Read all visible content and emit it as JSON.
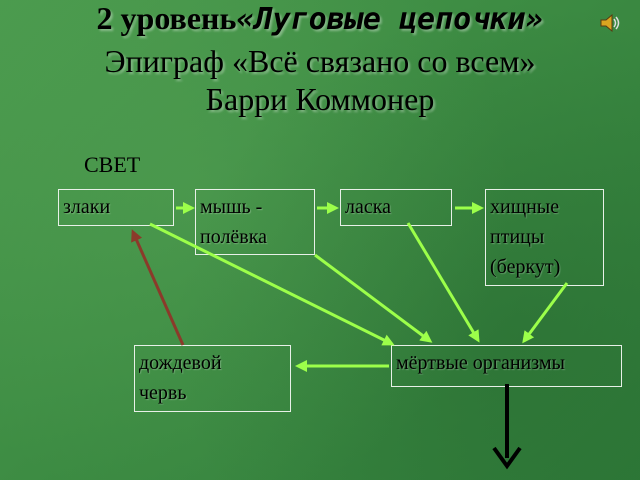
{
  "title": {
    "line1_part1": "2 уровень",
    "line1_part2": "«Луговые цепочки»",
    "line2": "Эпиграф «Всё связано со всем»",
    "line3": "Барри Коммонер"
  },
  "sun_label": "СВЕТ",
  "boxes": {
    "zlaki": "злаки",
    "mysh_line1": "мышь -",
    "mysh_line2": "полёвка",
    "laska": "ласка",
    "hischn_line1": "хищные",
    "hischn_line2": "птицы",
    "hischn_line3": "(беркут)",
    "dozhd_line1": "дождевой",
    "dozhd_line2": "червь",
    "mertv": "мёртвые организмы"
  },
  "colors": {
    "arrow_green": "#9cff4a",
    "arrow_brown": "#8b3a2a",
    "arrow_black": "#000000"
  },
  "icons": {
    "speaker": "speaker-icon"
  }
}
